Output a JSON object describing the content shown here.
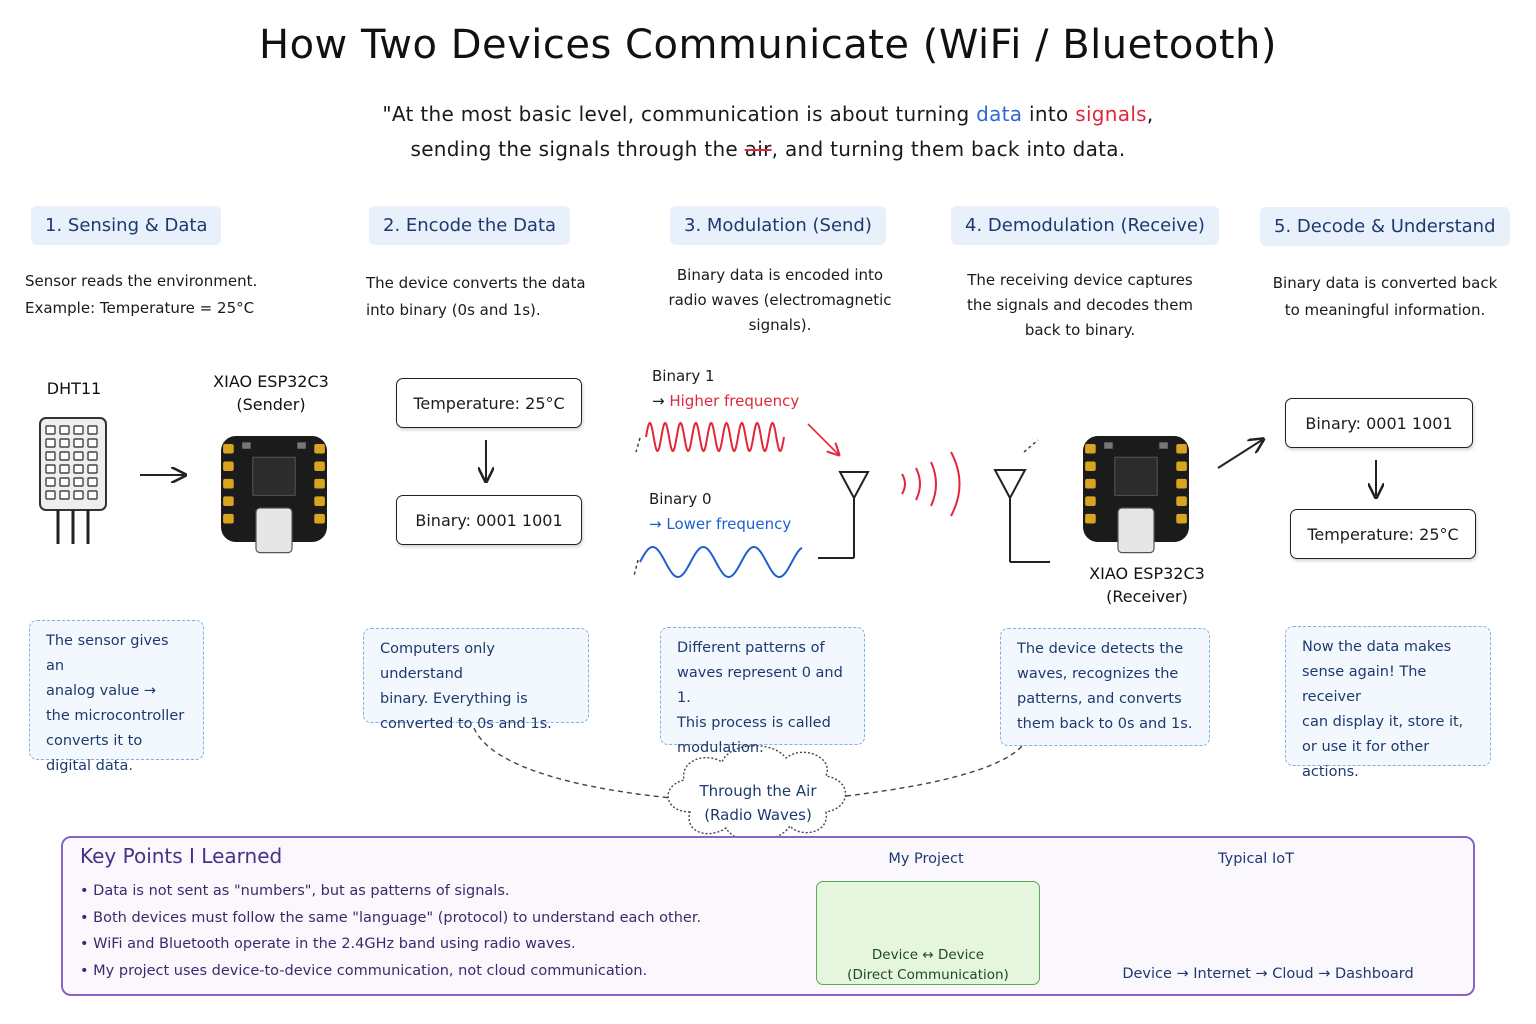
{
  "title": "How Two Devices Communicate (WiFi / Bluetooth)",
  "intro": {
    "line1_a": "\"At the most basic level, communication is about turning",
    "line1_data": "data",
    "line1_b": "into",
    "line1_signals": "signals",
    "line1_c": ",",
    "line2_a": "sending the signals through the",
    "line2_air": "air",
    "line2_b": ", and turning them back into data."
  },
  "steps": [
    {
      "heading": "1. Sensing & Data",
      "desc": [
        "Sensor reads the environment.",
        "Example: Temperature = 25°C"
      ],
      "note": [
        "The sensor gives an",
        "analog value →",
        "the microcontroller",
        "converts it to",
        "digital data."
      ]
    },
    {
      "heading": "2. Encode the Data",
      "desc": [
        "The device converts the data",
        "into binary (0s and 1s)."
      ],
      "note": [
        "Computers only understand",
        "binary. Everything is",
        "converted to 0s and 1s."
      ]
    },
    {
      "heading": "3. Modulation (Send)",
      "desc": [
        "Binary data is encoded into",
        "radio waves (electromagnetic",
        "signals)."
      ],
      "note": [
        "Different patterns of",
        "waves represent 0 and 1.",
        "This process is called",
        "modulation."
      ]
    },
    {
      "heading": "4. Demodulation (Receive)",
      "desc": [
        "The receiving device captures",
        "the signals and decodes them",
        "back to binary."
      ],
      "note": [
        "The device detects the",
        "waves, recognizes the",
        "patterns, and converts",
        "them back to 0s and 1s."
      ]
    },
    {
      "heading": "5. Decode & Understand",
      "desc": [
        "Binary data is converted back",
        "to meaningful information."
      ],
      "note": [
        "Now the data makes",
        "sense again! The receiver",
        "can display it, store it,",
        "or use it for other",
        "actions."
      ]
    }
  ],
  "devices": {
    "sensor_label": "DHT11",
    "sender_label": [
      "XIAO ESP32C3",
      "(Sender)"
    ],
    "receiver_label": [
      "XIAO ESP32C3",
      "(Receiver)"
    ]
  },
  "encode": {
    "temp_box": "Temperature: 25°C",
    "binary_box": "Binary: 0001 1001"
  },
  "modulation": {
    "binary1_label": "Binary 1",
    "binary1_freq": "Higher frequency",
    "binary0_label": "Binary 0",
    "binary0_freq": "Lower frequency",
    "arrow_glyph": "→",
    "high_color": "#e0283a",
    "low_color": "#1f5fd0"
  },
  "decode": {
    "binary_box": "Binary: 0001 1001",
    "temp_box": "Temperature: 25°C"
  },
  "air": [
    "Through the Air",
    "(Radio Waves)"
  ],
  "key_points": {
    "title": "Key Points I Learned",
    "items": [
      "Data is not sent as \"numbers\", but as patterns of signals.",
      "Both devices must follow the same \"language\" (protocol) to understand each other.",
      "WiFi and Bluetooth operate in the 2.4GHz band using radio waves.",
      "My project uses device-to-device communication, not cloud communication."
    ]
  },
  "my_project": {
    "title": "My Project",
    "caption": [
      "Device ↔ Device",
      "(Direct Communication)"
    ]
  },
  "typical_iot": {
    "title": "Typical IoT",
    "flow": "Device → Internet → Cloud → Dashboard"
  },
  "colors": {
    "pill_bg": "#e7f0fb",
    "note_border": "#7fb0e6",
    "key_border": "#8a63c9",
    "project_bg": "#e6f5dd",
    "board_black": "#1b1b1b",
    "pad_gold": "#d9a520"
  }
}
